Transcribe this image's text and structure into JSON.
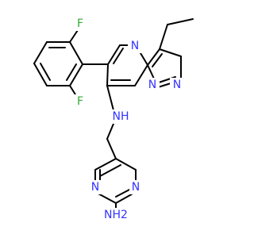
{
  "colors": {
    "bond": "#000000",
    "nitrogen": "#3333ff",
    "fluorine": "#33a833",
    "background": "#ffffff"
  },
  "atoms": {
    "f1": "F",
    "f2": "F",
    "n_pyrimidine_top": "N",
    "n_bridge": "N",
    "n_pyrazole": "N",
    "nh_amine": "NH",
    "n_amino_pyrimidine_left": "N",
    "n_amino_pyrimidine_right": "N",
    "nh2": "NH2"
  }
}
